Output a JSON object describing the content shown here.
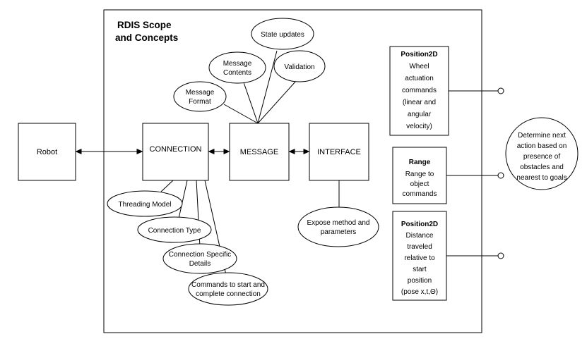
{
  "scope": {
    "title_line1": "RDIS Scope",
    "title_line2": "and Concepts"
  },
  "boxes": {
    "robot": "Robot",
    "connection": "CONNECTION",
    "message": "MESSAGE",
    "interface": "INTERFACE"
  },
  "message_concepts": {
    "state_updates": "State updates",
    "message_contents": [
      "Message",
      "Contents"
    ],
    "validation": "Validation",
    "message_format": [
      "Message",
      "Format"
    ]
  },
  "connection_concepts": {
    "threading_model": "Threading Model",
    "connection_type": "Connection Type",
    "connection_specific_details": [
      "Connection Specific",
      "Details"
    ],
    "commands_start_complete": [
      "Commands to start and",
      "complete connection"
    ]
  },
  "interface_concepts": {
    "expose_method": [
      "Expose method and",
      "parameters"
    ]
  },
  "interfaces": [
    {
      "name": "Position2D",
      "lines": [
        "Wheel",
        "actuation",
        "commands",
        "(linear and",
        "angular",
        "velocity)"
      ]
    },
    {
      "name": "Range",
      "lines": [
        "Range to",
        "object",
        "commands"
      ]
    },
    {
      "name": "Position2D",
      "lines": [
        "Distance",
        "traveled",
        "relative to",
        "start",
        "position",
        "(pose x,t,Θ)"
      ]
    }
  ],
  "client": {
    "lines": [
      "Determine next",
      "action based on",
      "presence of",
      "obstacles and",
      "nearest to goals"
    ]
  }
}
